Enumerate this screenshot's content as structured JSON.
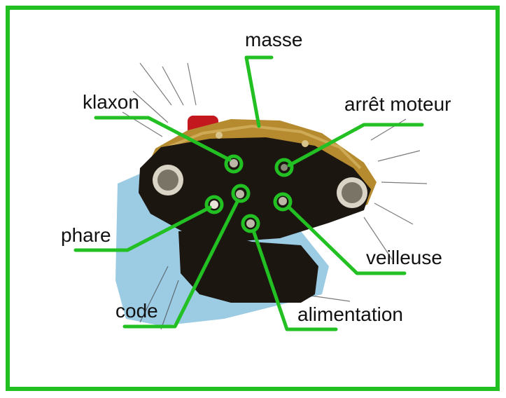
{
  "colors": {
    "frame": "#22c022",
    "leader": "#22c022",
    "text": "#111111",
    "connector_body": "#1c1611",
    "connector_plate": "#b68a2e",
    "background_patch": "#9ccbe4"
  },
  "labels": {
    "masse": "masse",
    "klaxon": "klaxon",
    "arret_moteur": "arrêt moteur",
    "phare": "phare",
    "veilleuse": "veilleuse",
    "code": "code",
    "alimentation": "alimentation"
  }
}
